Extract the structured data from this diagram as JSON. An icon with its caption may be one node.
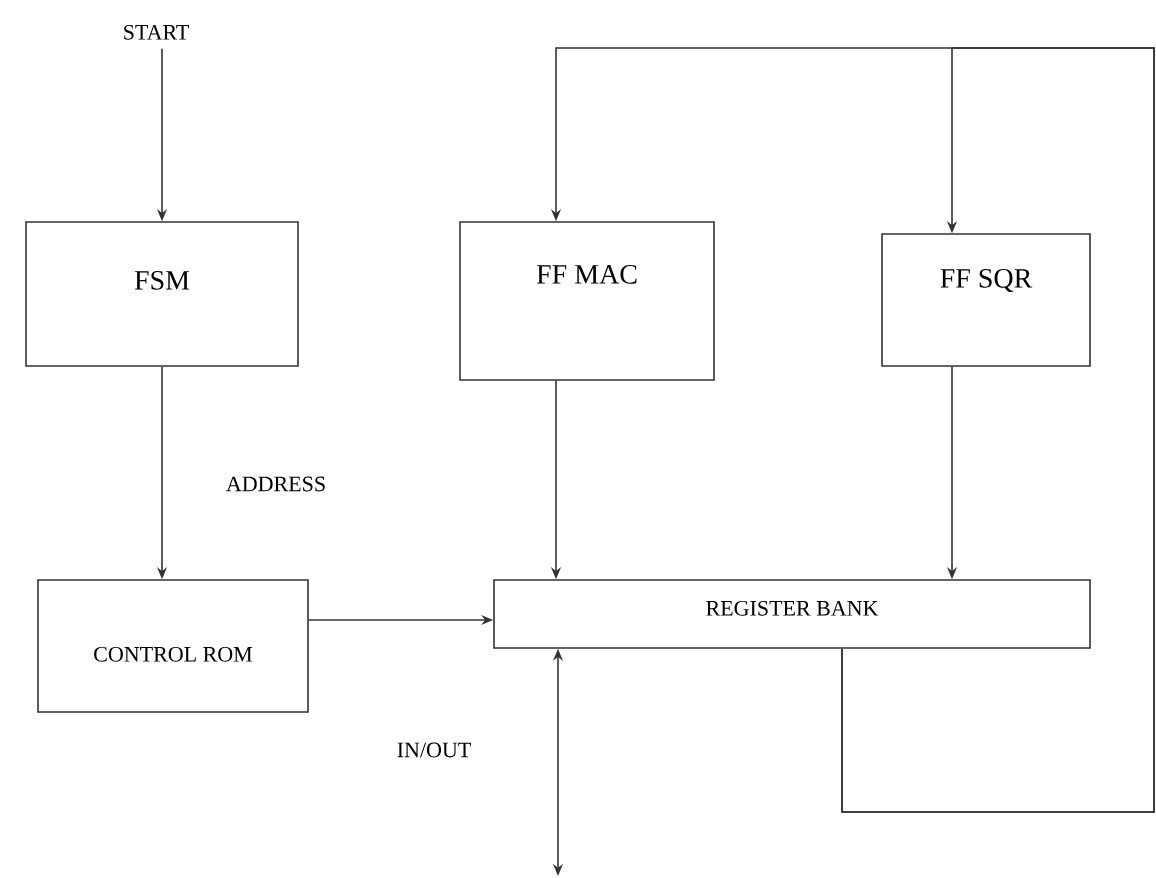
{
  "diagram": {
    "nodes": [
      {
        "text": [
          "START"
        ]
      },
      {
        "text": [
          "FSM"
        ]
      },
      {
        "text": [
          "FF MAC"
        ]
      },
      {
        "text": [
          "FF SQR"
        ]
      },
      {
        "text": [
          "CONTROL ROM"
        ]
      },
      {
        "text": [
          "REGISTER BANK"
        ]
      }
    ],
    "edges": [
      {
        "from": 0,
        "to": 1,
        "arrow": "to"
      },
      {
        "from": 1,
        "to": 4,
        "arrow": "to",
        "label": "ADDRESS"
      },
      {
        "from": 2,
        "to": 5,
        "arrow": "to"
      },
      {
        "from": 3,
        "to": 5,
        "arrow": "to"
      },
      {
        "from": 4,
        "to": 5,
        "arrow": "to"
      },
      {
        "from": 5,
        "to": 2,
        "arrow": "to"
      },
      {
        "from": 5,
        "to": 3,
        "arrow": "to"
      },
      {
        "from": 5,
        "to": null,
        "arrow": "both",
        "label": "IN/OUT"
      }
    ]
  }
}
